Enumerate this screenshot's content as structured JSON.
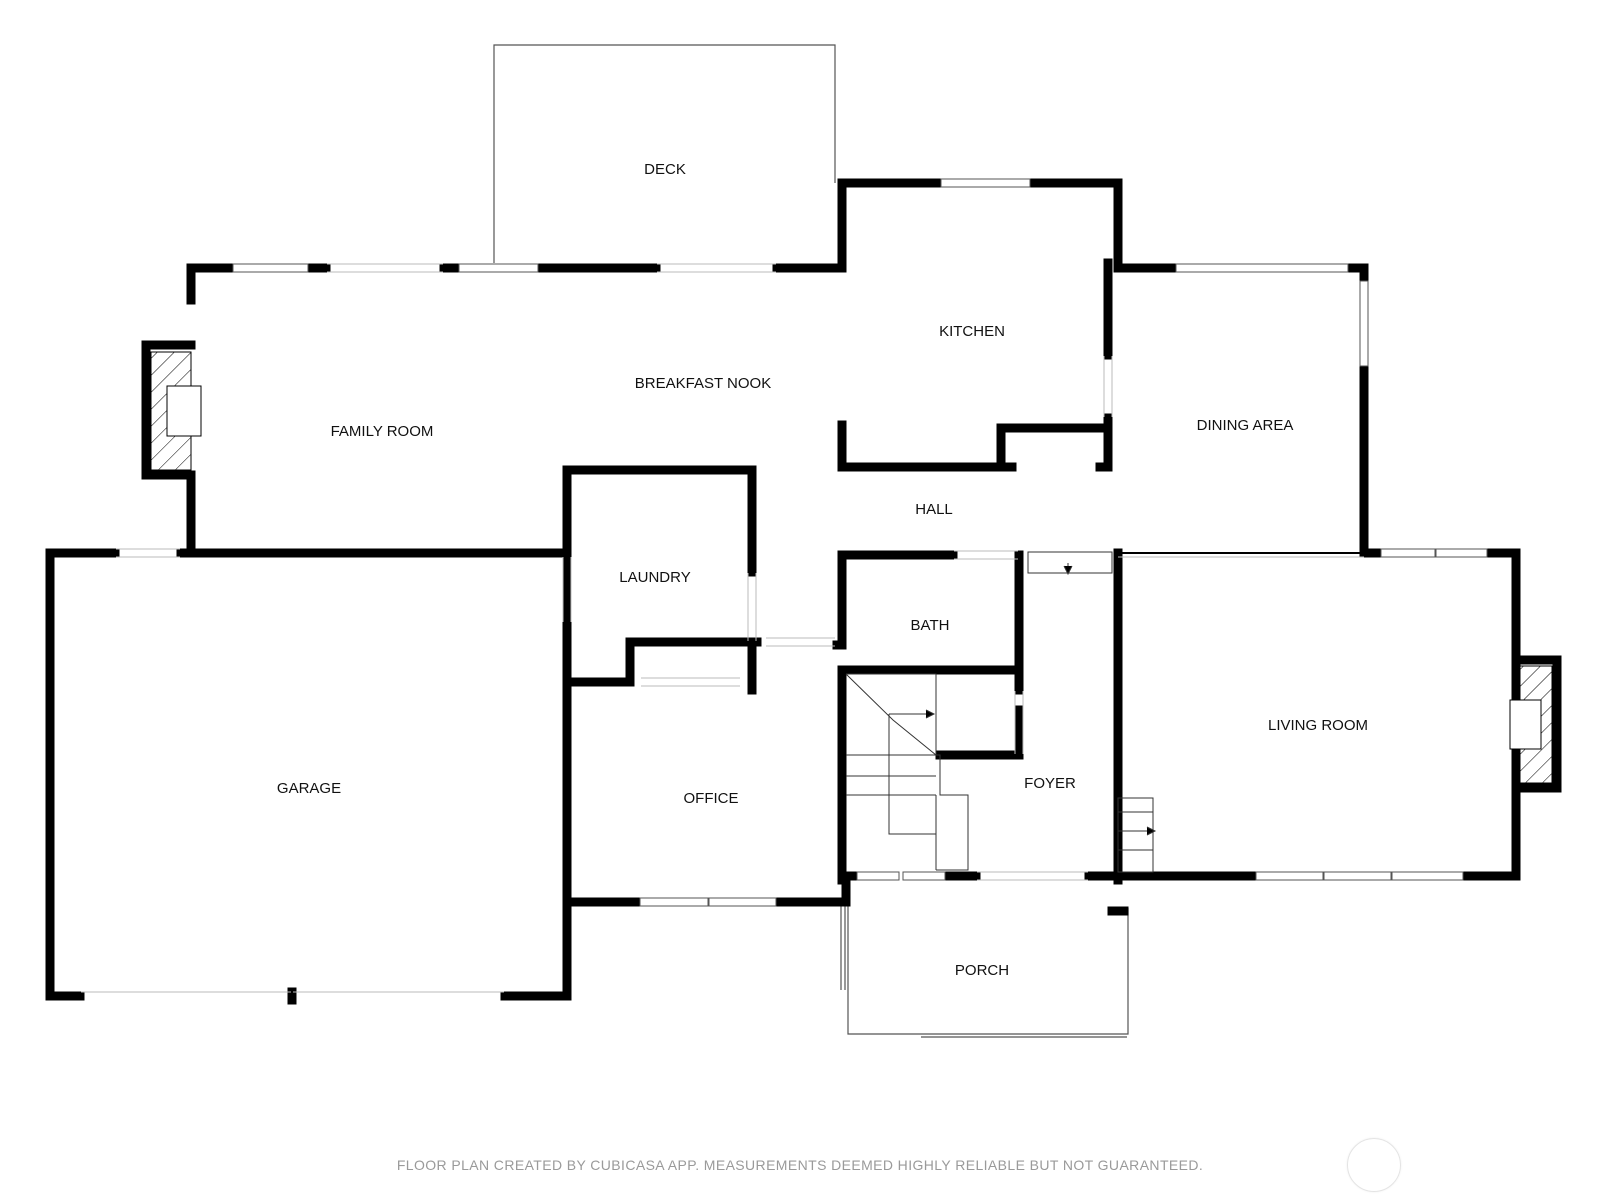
{
  "rooms": {
    "deck": "DECK",
    "kitchen": "KITCHEN",
    "breakfast_nook": "BREAKFAST NOOK",
    "family_room": "FAMILY ROOM",
    "dining_area": "DINING AREA",
    "hall": "HALL",
    "laundry": "LAUNDRY",
    "bath": "BATH",
    "living_room": "LIVING ROOM",
    "garage": "GARAGE",
    "office": "OFFICE",
    "foyer": "FOYER",
    "porch": "PORCH"
  },
  "footer": {
    "note": "FLOOR PLAN CREATED BY CUBICASA APP. MEASUREMENTS DEEMED HIGHLY RELIABLE BUT NOT GUARANTEED."
  },
  "colors": {
    "wall": "#000000",
    "thin_line": "#555555",
    "footer_text": "#9a9a9a"
  }
}
